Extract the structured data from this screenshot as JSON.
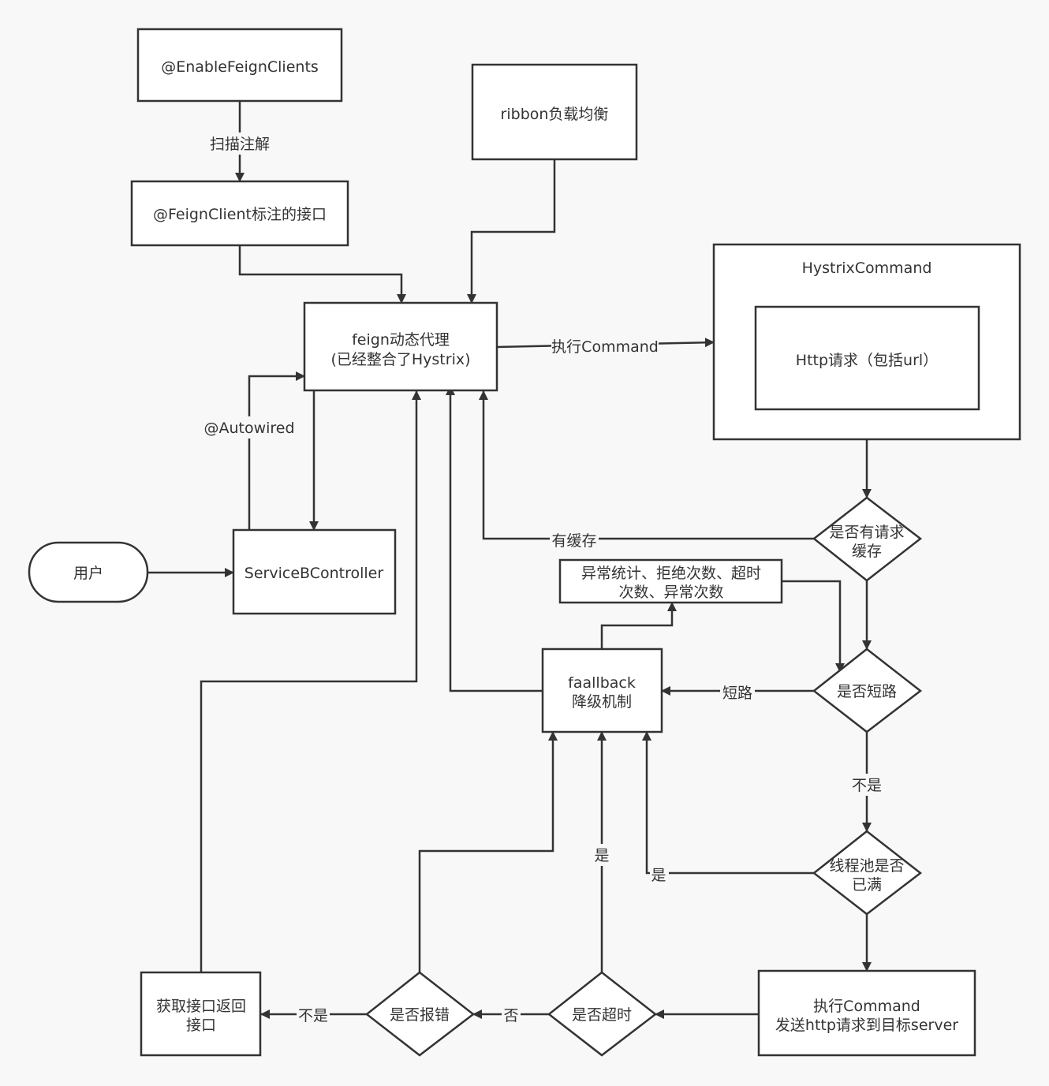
{
  "nodes": {
    "enable_feign_clients": "@EnableFeignClients",
    "feign_client_interface": "@FeignClient标注的接口",
    "ribbon": "ribbon负载均衡",
    "feign_proxy_line1": "feign动态代理",
    "feign_proxy_line2": "(已经整合了Hystrix)",
    "hystrix_command": "HystrixCommand",
    "http_request": "Http请求（包括url）",
    "user": "用户",
    "service_b_controller": "ServiceBController",
    "has_cache_line1": "是否有请求",
    "has_cache_line2": "缓存",
    "stats_line1": "异常统计、拒绝次数、超时",
    "stats_line2": "次数、异常次数",
    "fallback_line1": "faallback",
    "fallback_line2": "降级机制",
    "short_circuit": "是否短路",
    "thread_pool_line1": "线程池是否",
    "thread_pool_line2": "已满",
    "execute_line1": "执行Command",
    "execute_line2": "发送http请求到目标server",
    "timeout": "是否超时",
    "error": "是否报错",
    "get_result_line1": "获取接口返回",
    "get_result_line2": "接口"
  },
  "edge_labels": {
    "scan": "扫描注解",
    "exec_command": "执行Command",
    "autowired": "@Autowired",
    "has_cache": "有缓存",
    "short": "短路",
    "not_short": "不是",
    "pool_full": "是",
    "timeout_yes": "是",
    "timeout_no": "否",
    "error_no": "不是"
  },
  "colors": {
    "stroke": "#333333",
    "fill": "#ffffff",
    "background": "#f8f8f8"
  }
}
